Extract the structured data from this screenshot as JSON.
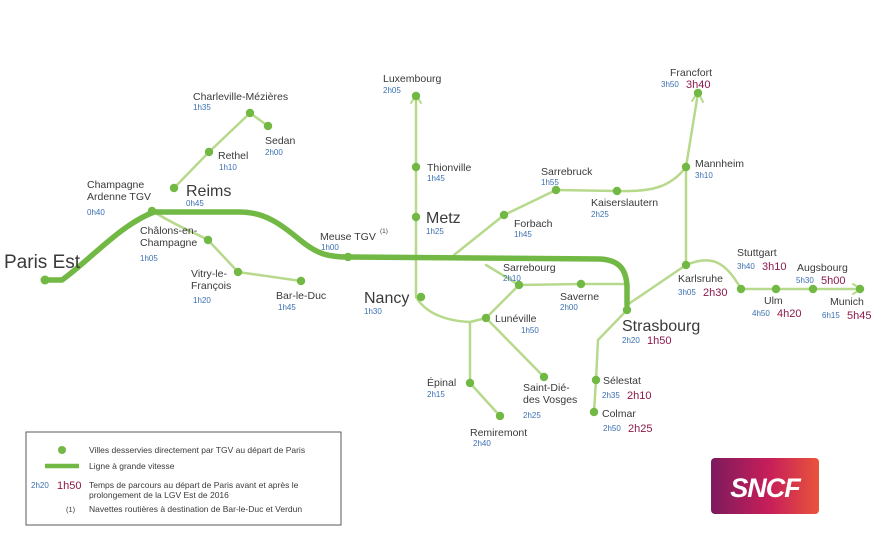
{
  "colors": {
    "hsl_line": "#72b844",
    "classic_line": "#b7d98c",
    "station": "#72b844",
    "time_before": "#3a6fb0",
    "time_after": "#8c1a4b",
    "text": "#3a3a3a",
    "logo_gradient": [
      "#7d1a5e",
      "#c81f59",
      "#e8543a"
    ]
  },
  "cities": [
    {
      "id": "paris",
      "name": "Paris Est",
      "size": "major"
    },
    {
      "id": "champagne",
      "name": "Champagne\nArdenne TGV",
      "t1": "0h40",
      "size": "minor"
    },
    {
      "id": "reims",
      "name": "Reims",
      "t1": "0h45",
      "size": "major"
    },
    {
      "id": "rethel",
      "name": "Rethel",
      "t1": "1h10",
      "size": "minor"
    },
    {
      "id": "charleville",
      "name": "Charleville-Mézières",
      "t1": "1h35",
      "size": "minor"
    },
    {
      "id": "sedan",
      "name": "Sedan",
      "t1": "2h00",
      "size": "minor"
    },
    {
      "id": "chalons",
      "name": "Châlons-en-\nChampagne",
      "t1": "1h05",
      "size": "minor"
    },
    {
      "id": "vitry",
      "name": "Vitry-le-\nFrançois",
      "t1": "1h20",
      "size": "minor"
    },
    {
      "id": "barleduc",
      "name": "Bar-le-Duc",
      "t1": "1h45",
      "size": "minor"
    },
    {
      "id": "meuse",
      "name": "Meuse TGV",
      "sup": "(1)",
      "t1": "1h00",
      "size": "minor"
    },
    {
      "id": "luxembourg",
      "name": "Luxembourg",
      "t1": "2h05",
      "size": "minor"
    },
    {
      "id": "thionville",
      "name": "Thionville",
      "t1": "1h45",
      "size": "minor"
    },
    {
      "id": "metz",
      "name": "Metz",
      "t1": "1h25",
      "size": "major"
    },
    {
      "id": "nancy",
      "name": "Nancy",
      "t1": "1h30",
      "size": "major"
    },
    {
      "id": "forbach",
      "name": "Forbach",
      "t1": "1h45",
      "size": "minor"
    },
    {
      "id": "sarrebruck",
      "name": "Sarrebruck",
      "t1": "1h55",
      "size": "minor"
    },
    {
      "id": "kaiserslautern",
      "name": "Kaiserslautern",
      "t1": "2h25",
      "size": "minor"
    },
    {
      "id": "mannheim",
      "name": "Mannheim",
      "t1": "3h10",
      "size": "minor"
    },
    {
      "id": "francfort",
      "name": "Francfort",
      "t1": "3h50",
      "t2": "3h40",
      "size": "minor"
    },
    {
      "id": "sarrebourg",
      "name": "Sarrebourg",
      "t1": "2h10",
      "size": "minor"
    },
    {
      "id": "saverne",
      "name": "Saverne",
      "t1": "2h00",
      "size": "minor"
    },
    {
      "id": "luneville",
      "name": "Lunéville",
      "t1": "1h50",
      "size": "minor"
    },
    {
      "id": "epinal",
      "name": "Épinal",
      "t1": "2h15",
      "size": "minor"
    },
    {
      "id": "remiremont",
      "name": "Remiremont",
      "t1": "2h40",
      "size": "minor"
    },
    {
      "id": "saintdie",
      "name": "Saint-Dié-\ndes Vosges",
      "t1": "2h25",
      "size": "minor"
    },
    {
      "id": "strasbourg",
      "name": "Strasbourg",
      "t1": "2h20",
      "t2": "1h50",
      "size": "major"
    },
    {
      "id": "selestat",
      "name": "Sélestat",
      "t1": "2h35",
      "t2": "2h10",
      "size": "minor"
    },
    {
      "id": "colmar",
      "name": "Colmar",
      "t1": "2h50",
      "t2": "2h25",
      "size": "minor"
    },
    {
      "id": "karlsruhe",
      "name": "Karlsruhe",
      "t1": "3h05",
      "t2": "2h30",
      "size": "minor"
    },
    {
      "id": "stuttgart",
      "name": "Stuttgart",
      "t1": "3h40",
      "t2": "3h10",
      "size": "minor"
    },
    {
      "id": "ulm",
      "name": "Ulm",
      "t1": "4h50",
      "t2": "4h20",
      "size": "minor"
    },
    {
      "id": "augsbourg",
      "name": "Augsbourg",
      "t1": "5h30",
      "t2": "5h00",
      "size": "minor"
    },
    {
      "id": "munich",
      "name": "Munich",
      "t1": "6h15",
      "t2": "5h45",
      "size": "minor"
    }
  ],
  "legend": {
    "items": [
      {
        "kind": "dot",
        "text": "Villes desservies directement par TGV au départ de Paris"
      },
      {
        "kind": "line",
        "text": "Ligne à grande vitesse"
      },
      {
        "kind": "times",
        "t1": "2h20",
        "t2": "1h50",
        "text": "Temps de parcours au départ de Paris avant et après le\nprolongement de la LGV Est de 2016"
      },
      {
        "kind": "note",
        "mark": "(1)",
        "text": "Navettes routières à destination de Bar-le-Duc et Verdun"
      }
    ]
  },
  "logo": {
    "text": "SNCF"
  }
}
